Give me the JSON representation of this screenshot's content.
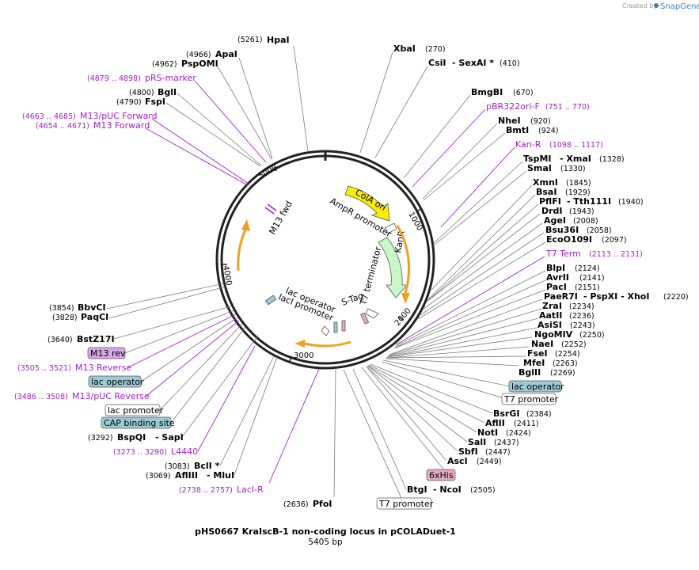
{
  "header": {
    "credit_prefix": "Created by",
    "credit_brand": "SnapGene"
  },
  "map": {
    "title": "pHS0667 KraIscB-1 non-coding locus in pCOLADuet-1",
    "length": "5405 bp",
    "ticks": [
      "1000",
      "2000",
      "3000",
      "4000",
      "5000"
    ]
  },
  "enzymes": [
    {
      "pos": "(5261)",
      "name": "HpaI"
    },
    {
      "pos": "(4966)",
      "name": "ApaI"
    },
    {
      "pos": "(4962)",
      "name": "PspOMI"
    },
    {
      "pos": "(4800)",
      "name": "BglI"
    },
    {
      "pos": "(4790)",
      "name": "FspI"
    },
    {
      "pos": "(3854)",
      "name": "BbvCI"
    },
    {
      "pos": "(3828)",
      "name": "PaqCI"
    },
    {
      "pos": "(3640)",
      "name": "BstZ17I"
    },
    {
      "pos": "(3292)",
      "name": "BspQI",
      "extra": "- SapI"
    },
    {
      "pos": "(3083)",
      "name": "BclI *"
    },
    {
      "pos": "(3069)",
      "name": "AflIII",
      "extra": "- MluI"
    },
    {
      "pos": "(2636)",
      "name": "PfoI"
    },
    {
      "name": "XbaI",
      "pos": "(270)"
    },
    {
      "name": "CsiI",
      "extra": "- SexAI *",
      "pos": "(410)"
    },
    {
      "name": "BmgBI",
      "pos": "(670)"
    },
    {
      "name": "NheI",
      "pos": "(920)"
    },
    {
      "name": "BmtI",
      "pos": "(924)"
    },
    {
      "name": "TspMI",
      "extra": "- XmaI",
      "pos": "(1328)"
    },
    {
      "name": "SmaI",
      "pos": "(1330)"
    },
    {
      "name": "XmnI",
      "pos": "(1845)"
    },
    {
      "name": "BsaI",
      "pos": "(1929)"
    },
    {
      "name": "PflFI",
      "extra": "- Tth111I",
      "pos": "(1940)"
    },
    {
      "name": "DrdI",
      "pos": "(1943)"
    },
    {
      "name": "AgeI",
      "pos": "(2008)"
    },
    {
      "name": "Bsu36I",
      "pos": "(2058)"
    },
    {
      "name": "EcoO109I",
      "pos": "(2097)"
    },
    {
      "name": "BlpI",
      "pos": "(2124)"
    },
    {
      "name": "AvrII",
      "pos": "(2141)"
    },
    {
      "name": "PacI",
      "pos": "(2151)"
    },
    {
      "name": "PaeR7I",
      "extra": "- PspXI  - XhoI",
      "pos": "(2220)"
    },
    {
      "name": "ZraI",
      "pos": "(2234)"
    },
    {
      "name": "AatII",
      "pos": "(2236)"
    },
    {
      "name": "AsiSI",
      "pos": "(2243)"
    },
    {
      "name": "NgoMIV",
      "pos": "(2250)"
    },
    {
      "name": "NaeI",
      "pos": "(2252)"
    },
    {
      "name": "FseI",
      "pos": "(2254)"
    },
    {
      "name": "MfeI",
      "pos": "(2263)"
    },
    {
      "name": "BglII",
      "pos": "(2269)"
    },
    {
      "name": "BsrGI",
      "pos": "(2384)"
    },
    {
      "name": "AflII",
      "pos": "(2411)"
    },
    {
      "name": "NotI",
      "pos": "(2424)"
    },
    {
      "name": "SalI",
      "pos": "(2437)"
    },
    {
      "name": "SbfI",
      "pos": "(2447)"
    },
    {
      "name": "AscI",
      "pos": "(2449)"
    },
    {
      "name": "BtgI",
      "extra": "- NcoI",
      "pos": "(2505)"
    }
  ],
  "primers": [
    {
      "pos": "(4879 .. 4898)",
      "name": "pRS-marker"
    },
    {
      "pos": "(4663 .. 4685)",
      "name": "M13/pUC Forward"
    },
    {
      "pos": "(4654 .. 4671)",
      "name": "M13 Forward"
    },
    {
      "pos": "(3505 .. 3521)",
      "name": "M13 Reverse"
    },
    {
      "pos": "(3486 .. 3508)",
      "name": "M13/pUC Reverse"
    },
    {
      "pos": "(3273 .. 3290)",
      "name": "L4440"
    },
    {
      "pos": "(2738 .. 2757)",
      "name": "LacI-R"
    },
    {
      "name": "pBR322ori-F",
      "pos": "(751 .. 770)"
    },
    {
      "name": "Kan-R",
      "pos": "(1098 .. 1117)"
    },
    {
      "name": "T7 Term",
      "pos": "(2113 .. 2131)"
    }
  ],
  "boxed_features": [
    {
      "name": "M13 rev",
      "color": "#d9a6e8"
    },
    {
      "name": "lac operator",
      "color": "#9ccbd6"
    },
    {
      "name": "lac promoter",
      "color": "#ffffff"
    },
    {
      "name": "CAP binding site",
      "color": "#9ccbd6"
    },
    {
      "name": "lac operator",
      "color": "#9ccbd6"
    },
    {
      "name": "T7 promoter",
      "color": "#ffffff"
    },
    {
      "name": "6xHis",
      "color": "#e6aac0"
    },
    {
      "name": "T7 promoter",
      "color": "#ffffff"
    }
  ],
  "inner_features": {
    "cola_ori": "ColA ori",
    "ampr_promoter": "AmpR promoter",
    "kanr": "KanR",
    "t7_terminator": "T7 terminator",
    "s_tag": "S-Tag",
    "lac_operator": "lac operator",
    "laci_promoter": "lacI promoter",
    "m13_fwd": "M13 fwd"
  },
  "colors": {
    "backbone": "#222222",
    "cola_ori": "#f6ee00",
    "kanr": "#c8f7c8",
    "orf_arrow": "#f0a020",
    "primer": "#a020c8"
  }
}
